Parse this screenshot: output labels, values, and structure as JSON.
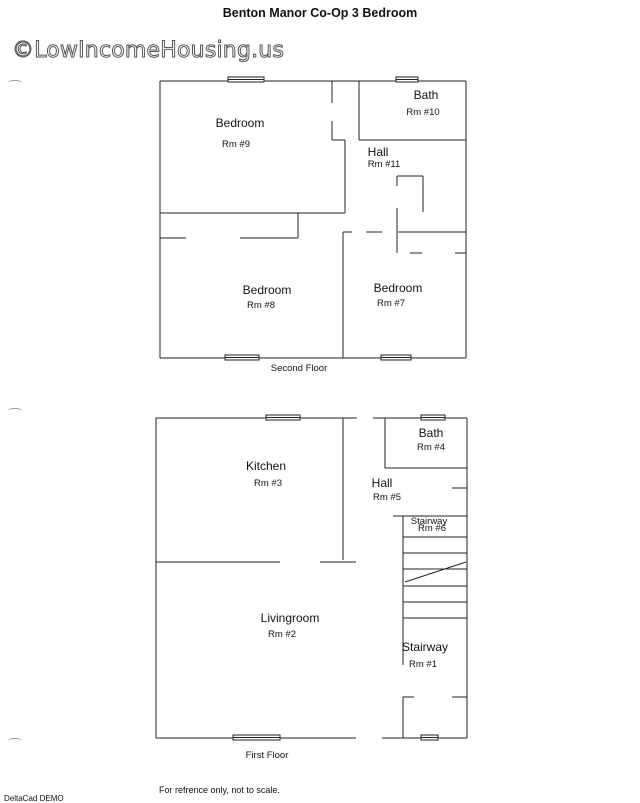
{
  "title": "Benton Manor Co-Op 3 Bedroom",
  "watermark": "©LowIncomeHousing.us",
  "second_floor": {
    "label": "Second Floor",
    "rooms": [
      {
        "name": "Bedroom",
        "number": "Rm #9"
      },
      {
        "name": "Bath",
        "number": "Rm #10"
      },
      {
        "name": "Hall",
        "number": "Rm #11"
      },
      {
        "name": "Bedroom",
        "number": "Rm #8"
      },
      {
        "name": "Bedroom",
        "number": "Rm #7"
      }
    ]
  },
  "first_floor": {
    "label": "First Floor",
    "rooms": [
      {
        "name": "Kitchen",
        "number": "Rm #3"
      },
      {
        "name": "Bath",
        "number": "Rm #4"
      },
      {
        "name": "Hall",
        "number": "Rm #5"
      },
      {
        "name": "Stairway",
        "number": "Rm #6"
      },
      {
        "name": "Livingroom",
        "number": "Rm #2"
      },
      {
        "name": "Stairway",
        "number": "Rm #1"
      }
    ]
  },
  "footer_note": "For refrence only, not to scale.",
  "corner_text": "DeltaCad DEMO"
}
